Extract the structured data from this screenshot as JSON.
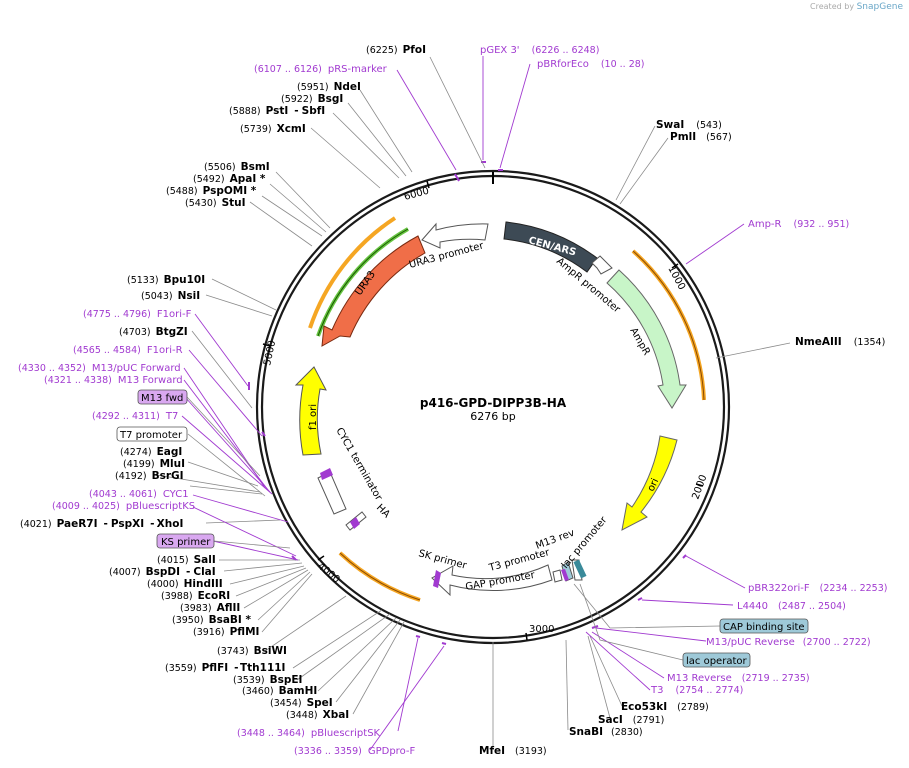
{
  "credit": {
    "text": "Created by",
    "brand": "SnapGene"
  },
  "plasmid": {
    "name": "p416-GPD-DIPP3B-HA",
    "length": "6276 bp"
  },
  "ticks": [
    "1000",
    "2000",
    "3000",
    "4000",
    "5000",
    "6000"
  ],
  "features": {
    "cen_ars": "CEN/ARS",
    "ampr_promoter": "AmpR promoter",
    "ampr": "AmpR",
    "ori": "ori",
    "lac_promoter": "lac promoter",
    "m13_rev": "M13 rev",
    "t3_promoter": "T3 promoter",
    "gap_promoter": "GAP promoter",
    "sk_primer": "SK primer",
    "ha": "HA",
    "cyc1": "CYC1 terminator",
    "f1ori": "f1 ori",
    "ura3": "URA3",
    "ura3_promoter": "URA3 promoter"
  },
  "enzymes": {
    "pfoi": {
      "name": "PfoI",
      "pos": "(6225)"
    },
    "ndei": {
      "name": "NdeI",
      "pos": "(5951)"
    },
    "bsgi": {
      "name": "BsgI",
      "pos": "(5922)"
    },
    "psti": {
      "name": "PstI",
      "sep": "-",
      "name2": "SbfI",
      "pos": "(5888)"
    },
    "xcmi": {
      "name": "XcmI",
      "pos": "(5739)"
    },
    "bsmi": {
      "name": "BsmI",
      "pos": "(5506)"
    },
    "apai": {
      "name": "ApaI *",
      "pos": "(5492)"
    },
    "pspomi": {
      "name": "PspOMI *",
      "pos": "(5488)"
    },
    "stui": {
      "name": "StuI",
      "pos": "(5430)"
    },
    "bpu10i": {
      "name": "Bpu10I",
      "pos": "(5133)"
    },
    "nsii": {
      "name": "NsiI",
      "pos": "(5043)"
    },
    "btgzi": {
      "name": "BtgZI",
      "pos": "(4703)"
    },
    "eagi": {
      "name": "EagI",
      "pos": "(4274)"
    },
    "mlui": {
      "name": "MluI",
      "pos": "(4199)"
    },
    "bsrgi": {
      "name": "BsrGI",
      "pos": "(4192)"
    },
    "paer7i": {
      "name": "PaeR7I",
      "sep": "-",
      "name2": "PspXI",
      "sep2": "-",
      "name3": "XhoI",
      "pos": "(4021)"
    },
    "sali": {
      "name": "SalI",
      "pos": "(4015)"
    },
    "bspdi": {
      "name": "BspDI",
      "sep": "-",
      "name2": "ClaI",
      "pos": "(4007)"
    },
    "hindiii": {
      "name": "HindIII",
      "pos": "(4000)"
    },
    "ecori": {
      "name": "EcoRI",
      "pos": "(3988)"
    },
    "afiii": {
      "name": "AflII",
      "pos": "(3983)"
    },
    "bsabi": {
      "name": "BsaBI *",
      "pos": "(3950)"
    },
    "pflmi": {
      "name": "PflMI",
      "pos": "(3916)"
    },
    "bsiwi": {
      "name": "BsiWI",
      "pos": "(3743)"
    },
    "pflfi": {
      "name": "PflFI",
      "sep": "-",
      "name2": "Tth111I",
      "pos": "(3559)"
    },
    "bspei": {
      "name": "BspEI",
      "pos": "(3539)"
    },
    "bamhi": {
      "name": "BamHI",
      "pos": "(3460)"
    },
    "spei": {
      "name": "SpeI",
      "pos": "(3454)"
    },
    "xbai": {
      "name": "XbaI",
      "pos": "(3448)"
    },
    "mfei": {
      "name": "MfeI",
      "pos": "(3193)"
    },
    "snabi": {
      "name": "SnaBI",
      "pos": "(2830)"
    },
    "saci": {
      "name": "SacI",
      "pos": "(2791)"
    },
    "eco53ki": {
      "name": "Eco53kI",
      "pos": "(2789)"
    },
    "nmeaiii": {
      "name": "NmeAIII",
      "pos": "(1354)"
    },
    "swai": {
      "name": "SwaI",
      "pos": "(543)"
    },
    "pmli": {
      "name": "PmlI",
      "pos": "(567)"
    }
  },
  "primers": {
    "pgex3": {
      "name": "pGEX 3'",
      "pos": "(6226 .. 6248)"
    },
    "pbrforeco": {
      "name": "pBRforEco",
      "pos": "(10 .. 28)"
    },
    "prsmarker": {
      "name": "pRS-marker",
      "pos": "(6107 .. 6126)"
    },
    "ampr_p": {
      "name": "Amp-R",
      "pos": "(932 .. 951)"
    },
    "f1orif": {
      "name": "F1ori-F",
      "pos": "(4775 .. 4796)"
    },
    "f1orir": {
      "name": "F1ori-R",
      "pos": "(4565 .. 4584)"
    },
    "m13puc": {
      "name": "M13/pUC Forward",
      "pos": "(4330 .. 4352)"
    },
    "m13fwd_p": {
      "name": "M13 Forward",
      "pos": "(4321 .. 4338)"
    },
    "t7": {
      "name": "T7",
      "pos": "(4292 .. 4311)"
    },
    "cyc1": {
      "name": "CYC1",
      "pos": "(4043 .. 4061)"
    },
    "pbsks": {
      "name": "pBluescriptKS",
      "pos": "(4009 .. 4025)"
    },
    "pbr322": {
      "name": "pBR322ori-F",
      "pos": "(2234 .. 2253)"
    },
    "l4440": {
      "name": "L4440",
      "pos": "(2487 .. 2504)"
    },
    "m13pucrev": {
      "name": "M13/pUC Reverse",
      "pos": "(2700 .. 2722)"
    },
    "m13rev": {
      "name": "M13 Reverse",
      "pos": "(2719 .. 2735)"
    },
    "t3": {
      "name": "T3",
      "pos": "(2754 .. 2774)"
    },
    "pbssk": {
      "name": "pBluescriptSK",
      "pos": "(3448 .. 3464)"
    },
    "gpdprof": {
      "name": "GPDpro-F",
      "pos": "(3336 .. 3359)"
    }
  },
  "boxes": {
    "m13fwd": "M13 fwd",
    "t7promoter": "T7 promoter",
    "ksprimer": "KS primer",
    "cap": "CAP binding site",
    "lacop": "lac operator"
  },
  "colors": {
    "backbone": "#1a1a1a",
    "primer": "#a13ad0",
    "cen_ars": "#3d4a55",
    "ampr": "#c8f5c8",
    "ori": "#ffff00",
    "ura3": "#f06e48",
    "orange_band": "#f5a623",
    "green_band": "#66c440",
    "lac_box": "#9ec9d8",
    "primer_box": "#d9a8f0"
  }
}
